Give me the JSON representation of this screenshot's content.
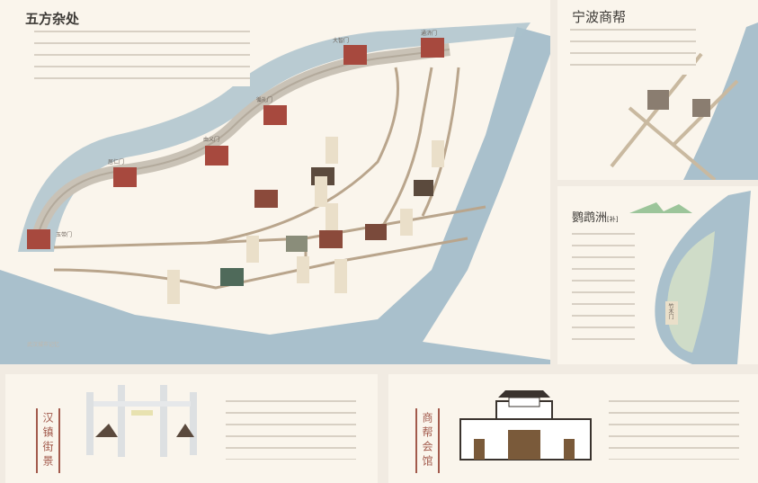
{
  "main_map": {
    "title": "五方杂处",
    "gates": [
      "玉带门",
      "居仁门",
      "由义门",
      "循礼门",
      "大智门",
      "通济门"
    ],
    "watermark": "武汉城市记忆"
  },
  "ningbo": {
    "title": "宁波商帮"
  },
  "yingwuzhou": {
    "title": "鹦鹉洲",
    "title_note": "[补]",
    "gate": "竹木门"
  },
  "street": {
    "label": "汉镇街景"
  },
  "guild": {
    "label": "商帮会馆"
  },
  "colors": {
    "river": "#a9c0cc",
    "wall": "#c9c2b6",
    "gate": "#a7493e",
    "road": "#b9a58c",
    "panel": "#faf5ec"
  }
}
